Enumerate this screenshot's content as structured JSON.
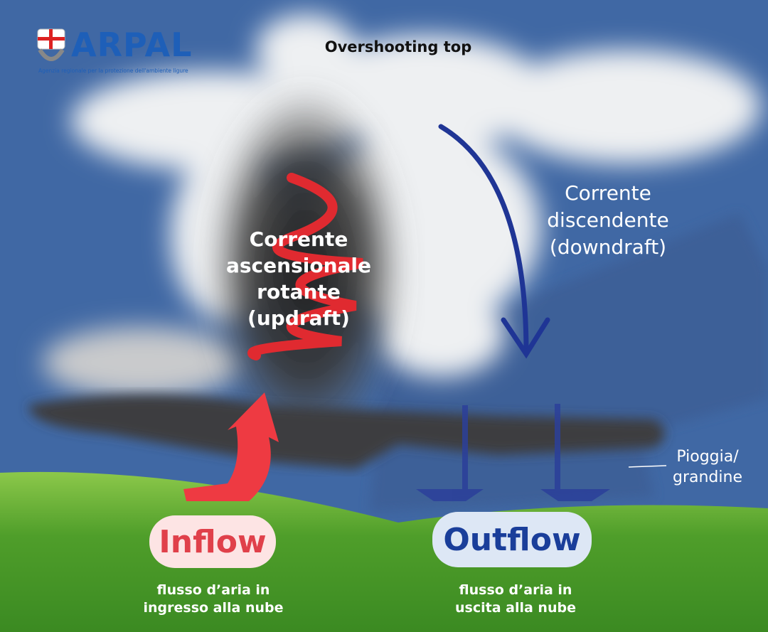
{
  "logo": {
    "name": "ARPAL",
    "subtitle": "Agenzia regionale per la protezione dell'ambiente ligure"
  },
  "labels": {
    "overshooting_top": "Overshooting top",
    "updraft": [
      "Corrente",
      "ascensionale",
      "rotante",
      "(updraft)"
    ],
    "downdraft": [
      "Corrente",
      "discendente",
      "(downdraft)"
    ],
    "precipitation": [
      "Pioggia/",
      "grandine"
    ]
  },
  "inflow": {
    "title": "Inflow",
    "description": [
      "flusso d’aria in",
      "ingresso alla nube"
    ]
  },
  "outflow": {
    "title": "Outflow",
    "description": [
      "flusso d’aria in",
      "uscita alla nube"
    ]
  },
  "colors": {
    "sky": "#4068a4",
    "grass": "#5aa832",
    "inflow_arrow": "#e8333d",
    "downdraft_arrow": "#1f3595",
    "inflow_text": "#e0404a",
    "inflow_pill": "#fde4e4",
    "outflow_text": "#1a3e9a",
    "outflow_pill": "#dde7f5"
  }
}
